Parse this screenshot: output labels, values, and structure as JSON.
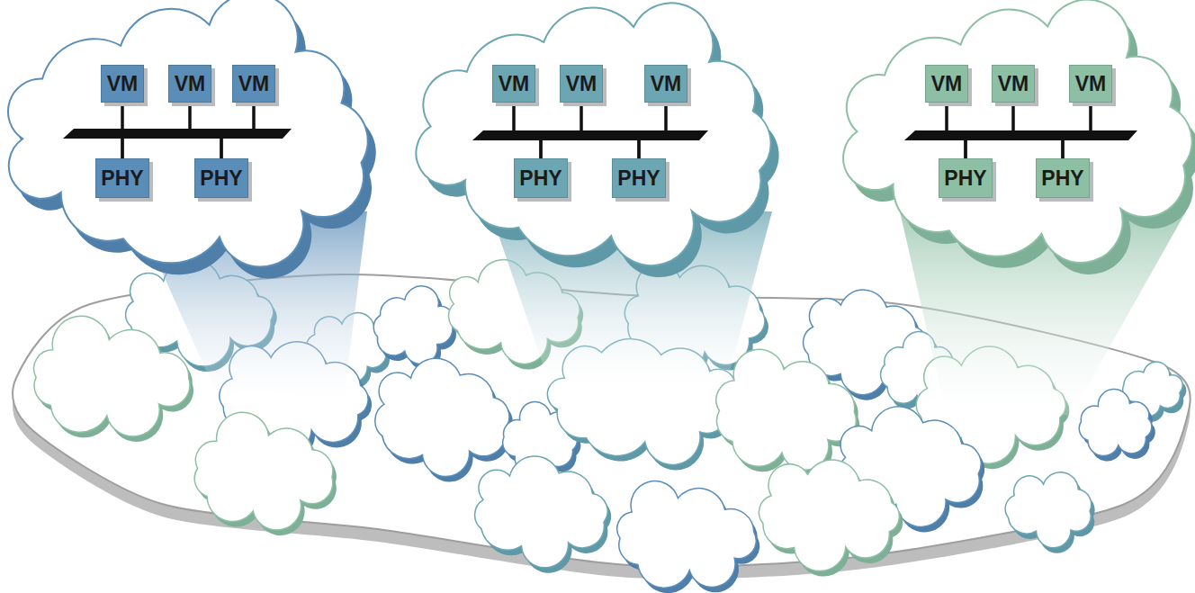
{
  "diagram": {
    "nodes": [
      {
        "text": [
          "VM"
        ]
      },
      {
        "text": [
          "VM"
        ]
      },
      {
        "text": [
          "VM"
        ]
      },
      {
        "text": [
          "PHY"
        ]
      },
      {
        "text": [
          "PHY"
        ]
      },
      {
        "text": [
          "VM"
        ]
      },
      {
        "text": [
          "VM"
        ]
      },
      {
        "text": [
          "VM"
        ]
      },
      {
        "text": [
          "PHY"
        ]
      },
      {
        "text": [
          "PHY"
        ]
      },
      {
        "text": [
          "VM"
        ]
      },
      {
        "text": [
          "VM"
        ]
      },
      {
        "text": [
          "VM"
        ]
      },
      {
        "text": [
          "PHY"
        ]
      },
      {
        "text": [
          "PHY"
        ]
      }
    ],
    "edges": [
      {
        "from": 0,
        "to": 3,
        "arrow": "none"
      },
      {
        "from": 0,
        "to": 4,
        "arrow": "none"
      },
      {
        "from": 1,
        "to": 3,
        "arrow": "none"
      },
      {
        "from": 1,
        "to": 4,
        "arrow": "none"
      },
      {
        "from": 2,
        "to": 3,
        "arrow": "none"
      },
      {
        "from": 2,
        "to": 4,
        "arrow": "none"
      },
      {
        "from": 5,
        "to": 8,
        "arrow": "none"
      },
      {
        "from": 5,
        "to": 9,
        "arrow": "none"
      },
      {
        "from": 6,
        "to": 8,
        "arrow": "none"
      },
      {
        "from": 6,
        "to": 9,
        "arrow": "none"
      },
      {
        "from": 7,
        "to": 8,
        "arrow": "none"
      },
      {
        "from": 7,
        "to": 9,
        "arrow": "none"
      },
      {
        "from": 10,
        "to": 13,
        "arrow": "none"
      },
      {
        "from": 10,
        "to": 14,
        "arrow": "none"
      },
      {
        "from": 11,
        "to": 13,
        "arrow": "none"
      },
      {
        "from": 11,
        "to": 14,
        "arrow": "none"
      },
      {
        "from": 12,
        "to": 13,
        "arrow": "none"
      },
      {
        "from": 12,
        "to": 14,
        "arrow": "none"
      }
    ]
  }
}
